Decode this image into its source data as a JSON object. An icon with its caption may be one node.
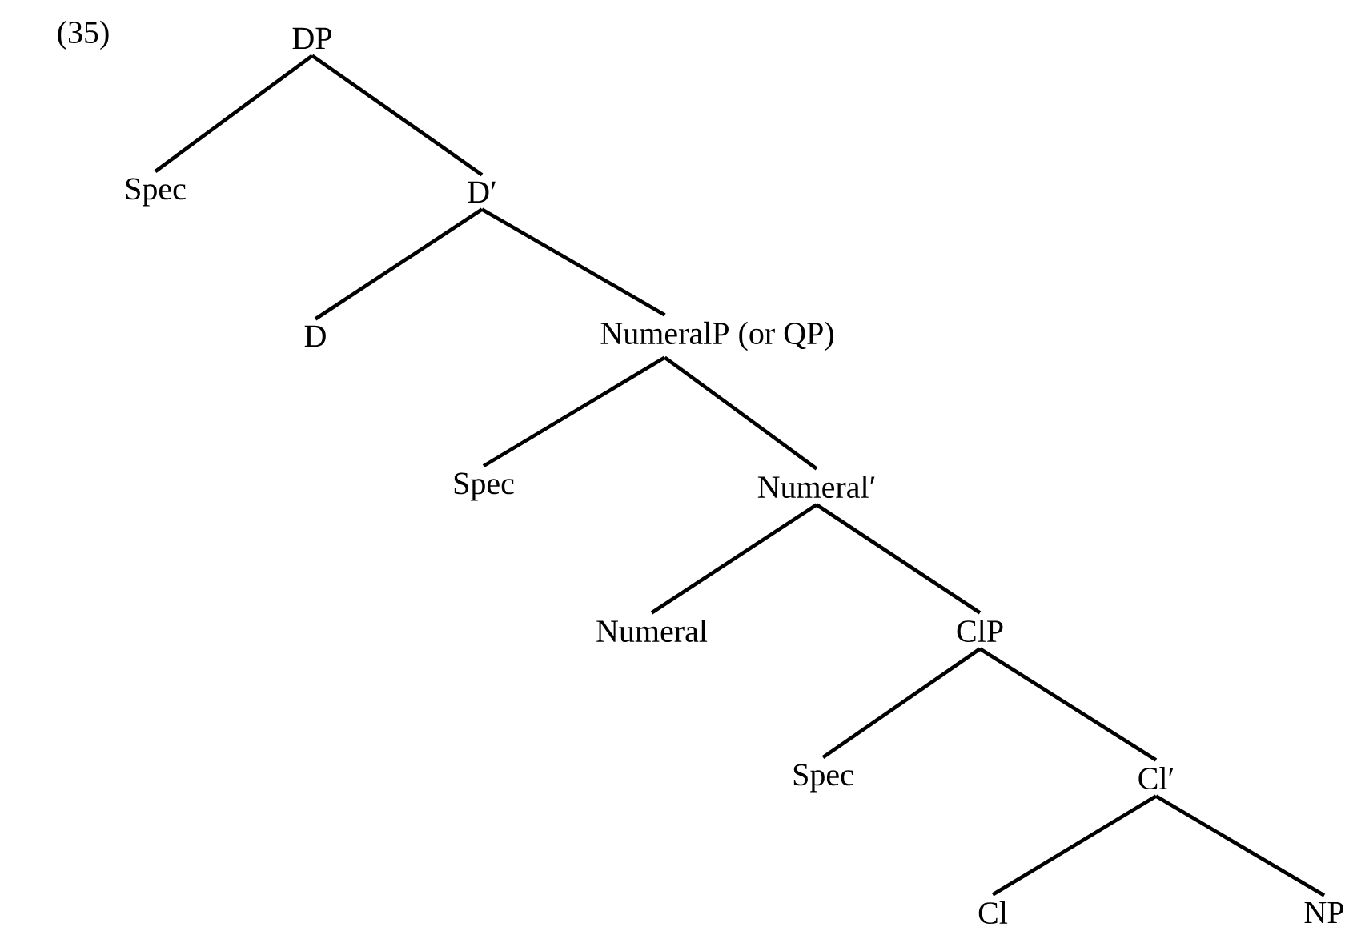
{
  "diagram": {
    "nodes": [
      {
        "text": [
          "DP"
        ]
      },
      {
        "text": [
          "Spec"
        ]
      },
      {
        "text": [
          "D′"
        ]
      },
      {
        "text": [
          "D"
        ]
      },
      {
        "text": [
          "NumeralP (or QP)"
        ]
      },
      {
        "text": [
          "Spec"
        ]
      },
      {
        "text": [
          "Numeral′"
        ]
      },
      {
        "text": [
          "Numeral"
        ]
      },
      {
        "text": [
          "ClP"
        ]
      },
      {
        "text": [
          "Spec"
        ]
      },
      {
        "text": [
          "Cl′"
        ]
      },
      {
        "text": [
          "Cl"
        ]
      },
      {
        "text": [
          "NP"
        ]
      }
    ],
    "edges": [
      {
        "from": 0,
        "to": 1,
        "arrow": "none"
      },
      {
        "from": 0,
        "to": 2,
        "arrow": "none"
      },
      {
        "from": 2,
        "to": 3,
        "arrow": "none"
      },
      {
        "from": 2,
        "to": 4,
        "arrow": "none"
      },
      {
        "from": 4,
        "to": 5,
        "arrow": "none"
      },
      {
        "from": 4,
        "to": 6,
        "arrow": "none"
      },
      {
        "from": 6,
        "to": 7,
        "arrow": "none"
      },
      {
        "from": 6,
        "to": 8,
        "arrow": "none"
      },
      {
        "from": 8,
        "to": 9,
        "arrow": "none"
      },
      {
        "from": 8,
        "to": 10,
        "arrow": "none"
      },
      {
        "from": 10,
        "to": 11,
        "arrow": "none"
      },
      {
        "from": 10,
        "to": 12,
        "arrow": "none"
      }
    ],
    "labels": [
      "(35)"
    ]
  }
}
